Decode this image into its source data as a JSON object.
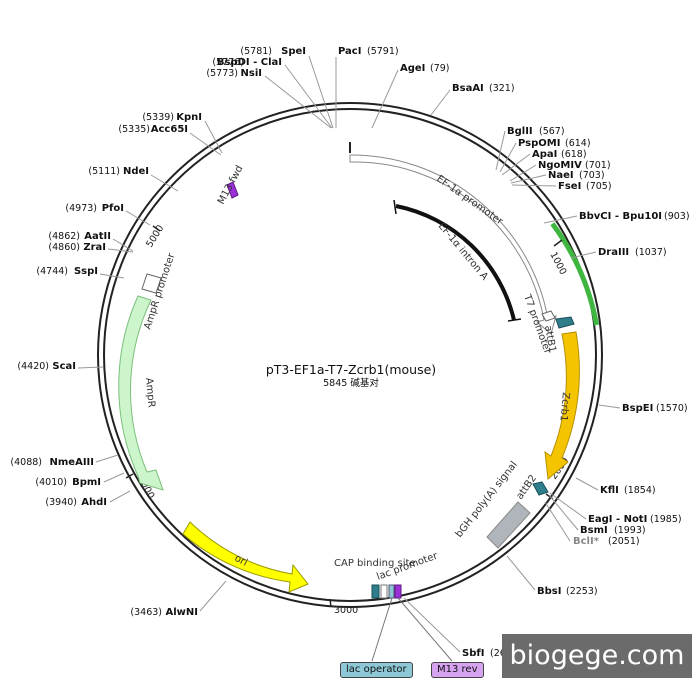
{
  "plasmid": {
    "name": "pT3-EF1a-T7-Zcrb1(mouse)",
    "size_label": "5845 碱基对"
  },
  "watermark": "biogege.com",
  "enzymes_left": [
    {
      "pos": "(5781)",
      "name": "SpeI"
    },
    {
      "pos": "(5776)",
      "name": "BspDI - ClaI"
    },
    {
      "pos": "(5773)",
      "name": "NsiI"
    },
    {
      "pos": "(5339)",
      "name": "KpnI"
    },
    {
      "pos": "(5335)",
      "name": "Acc65I"
    },
    {
      "pos": "(5111)",
      "name": "NdeI"
    },
    {
      "pos": "(4973)",
      "name": "PfoI"
    },
    {
      "pos": "(4862)",
      "name": "AatII"
    },
    {
      "pos": "(4860)",
      "name": "ZraI"
    },
    {
      "pos": "(4744)",
      "name": "SspI"
    },
    {
      "pos": "(4420)",
      "name": "ScaI"
    },
    {
      "pos": "(4088)",
      "name": "NmeAIII"
    },
    {
      "pos": "(4010)",
      "name": "BpmI"
    },
    {
      "pos": "(3940)",
      "name": "AhdI"
    },
    {
      "pos": "(3463)",
      "name": "AlwNI"
    }
  ],
  "enzymes_right": [
    {
      "name": "PacI",
      "pos": "(5791)"
    },
    {
      "name": "AgeI",
      "pos": "(79)"
    },
    {
      "name": "BsaAI",
      "pos": "(321)"
    },
    {
      "name": "BglII",
      "pos": "(567)"
    },
    {
      "name": "PspOMI",
      "pos": "(614)"
    },
    {
      "name": "ApaI",
      "pos": "(618)"
    },
    {
      "name": "NgoMIV",
      "pos": "(701)"
    },
    {
      "name": "NaeI",
      "pos": "(703)"
    },
    {
      "name": "FseI",
      "pos": "(705)"
    },
    {
      "name": "BbvCI - Bpu10I",
      "pos": "(903)"
    },
    {
      "name": "DraIII",
      "pos": "(1037)"
    },
    {
      "name": "BspEI",
      "pos": "(1570)"
    },
    {
      "name": "KflI",
      "pos": "(1854)"
    },
    {
      "name": "EagI - NotI",
      "pos": "(1985)"
    },
    {
      "name": "BsmI",
      "pos": "(1993)"
    },
    {
      "name": "BclI*",
      "pos": "(2051)"
    },
    {
      "name": "BbsI",
      "pos": "(2253)"
    },
    {
      "name": "SbfI",
      "pos": "(268"
    }
  ],
  "features": {
    "ef1a_promoter": "EF-1α promoter",
    "ef1a_intron": "EF-1α intron A",
    "t7_promoter": "T7 promoter",
    "attb1": "attB1",
    "zcrb1": "Zcrb1",
    "attb2": "attB2",
    "bgh": "bGH poly(A) signal",
    "ori": "ori",
    "ampr": "AmpR",
    "ampr_promoter": "AmpR promoter",
    "m13_fwd": "M13 fwd",
    "cap": "CAP binding site",
    "lac_promoter": "lac promoter",
    "lac_operator": "lac operator",
    "m13_rev": "M13 rev"
  },
  "ticks": {
    "t1000": "1000",
    "t2000": "2000",
    "t3000": "3000",
    "t4000": "4000",
    "t5000": "5000"
  },
  "colors": {
    "backbone": "#222222",
    "zcrb1": "#f5c400",
    "ori": "#ffff00",
    "ampr": "#ccf5cc",
    "bgh": "#b0b4bb",
    "att": "#2f7e8c",
    "m13": "#9b30d9",
    "lac_operator": "#8ec8d6",
    "m13_rev": "#d6a3f0",
    "green_segment": "#3fb63f"
  }
}
